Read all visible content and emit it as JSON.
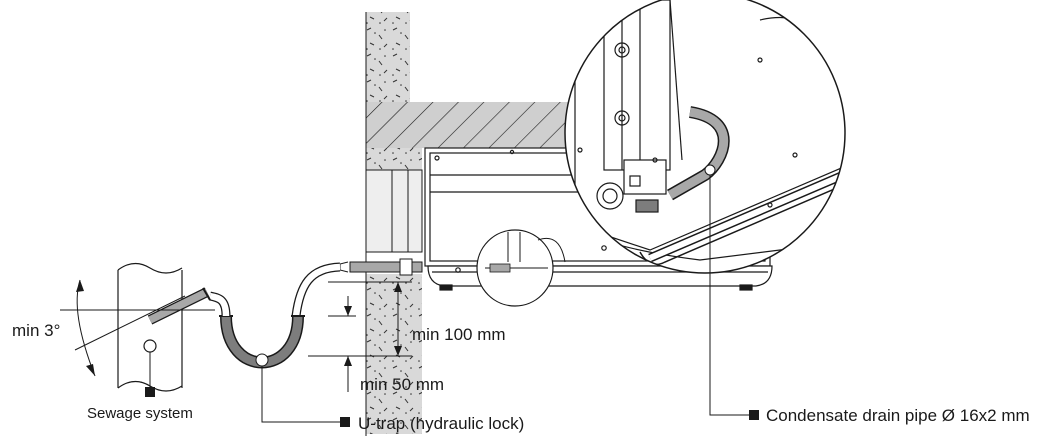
{
  "labels": {
    "min_angle": "min 3°",
    "min_100": "min 100 mm",
    "min_50": "min 50 mm",
    "sewage": "Sewage system",
    "u_trap": "U-trap (hydraulic lock)",
    "drain_pipe": "Condensate drain pipe Ø 16x2 mm"
  },
  "colors": {
    "line": "#1a1a1a",
    "hatch_fill": "#cfcfcf",
    "concrete_fill": "#d9d9d9",
    "pipe_fill": "#7d7d7d",
    "hose_fill": "#a8a8a8"
  }
}
